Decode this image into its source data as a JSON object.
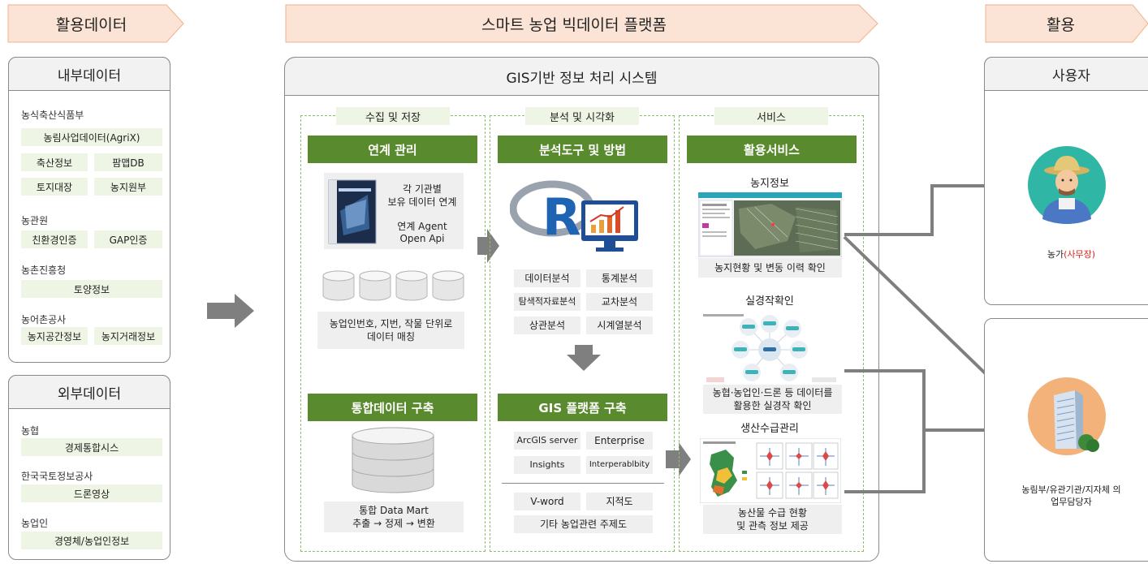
{
  "headers": {
    "left": "활용데이터",
    "center": "스마트 농업 빅데이터 플랫폼",
    "right": "활용"
  },
  "internal": {
    "title": "내부데이터",
    "groups": [
      {
        "name": "농식축산식품부",
        "items": [
          "농림사업데이터(AgriX)",
          "축산정보",
          "팜맵DB",
          "토지대장",
          "농지원부"
        ]
      },
      {
        "name": "농관원",
        "items": [
          "친환경인증",
          "GAP인증"
        ]
      },
      {
        "name": "농촌진흥청",
        "items": [
          "토양정보"
        ]
      },
      {
        "name": "농어촌공사",
        "items": [
          "농지공간정보",
          "농지거래정보"
        ]
      }
    ]
  },
  "external": {
    "title": "외부데이터",
    "groups": [
      {
        "name": "농협",
        "items": [
          "경제통합시스"
        ]
      },
      {
        "name": "한국국토정보공사",
        "items": [
          "드론영상"
        ]
      },
      {
        "name": "농업인",
        "items": [
          "경영체/농업인정보"
        ]
      }
    ]
  },
  "gis": {
    "title": "GIS기반 정보 처리 시스템",
    "collect": {
      "tab": "수집 및 저장",
      "link_title": "연계 관리",
      "link_text1": "각 기관별",
      "link_text2": "보유 데이터 연계",
      "link_text3": "연계 Agent",
      "link_text4": "Open Api",
      "match_line1": "농업인번호, 지번, 작물 단위로",
      "match_line2": "데이터 매칭",
      "integrate_title": "통합데이터 구축",
      "mart_line1": "통합 Data Mart",
      "mart_line2": "추출 → 정제 → 변환"
    },
    "analysis": {
      "tab": "분석 및 시각화",
      "tools_title": "분석도구 및 방법",
      "methods": [
        "데이터분석",
        "통계분석",
        "탐색적자료분석",
        "교차분석",
        "상관분석",
        "시계열분석"
      ],
      "gis_title": "GIS 플랫폼 구축",
      "gis_tools": [
        "ArcGIS server",
        "Enterprise",
        "Insights",
        "Interperablbity"
      ],
      "vword": "V-word",
      "jijeokdo": "지적도",
      "other": "기타 농업관련 주제도"
    },
    "service": {
      "tab": "서비스",
      "title": "활용서비스",
      "s1_title": "농지정보",
      "s1_caption": "농지현황 및 변동 이력 확인",
      "s2_title": "실경작확인",
      "s2_caption1": "농협·농업인·드론 등 데이터를",
      "s2_caption2": "활용한 실경작 확인",
      "s3_title": "생산수급관리",
      "s3_caption1": "농산물 수급 현황",
      "s3_caption2": "및 관측 정보 제공"
    }
  },
  "users": {
    "title": "사용자",
    "farmer_label": "농가",
    "farmer_sub": "(사무장)",
    "org_line1": "농림부/유관기관/지자체 의",
    "org_line2": "업무담당자"
  },
  "colors": {
    "header_fill": "#fbe3d6",
    "header_border": "#f0b28e",
    "green": "#5a8a2e",
    "light_green": "#eef5e4",
    "arrow": "#7f7f7f",
    "red": "#e0201b"
  }
}
